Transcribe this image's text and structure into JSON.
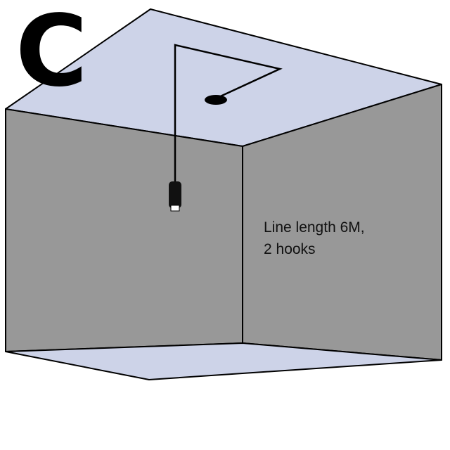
{
  "panel": {
    "letter": "C"
  },
  "caption": {
    "line1": "Line length 6M,",
    "line2": "2 hooks"
  },
  "colors": {
    "ceiling": "#cdd3e8",
    "floor": "#cdd3e8",
    "wall": "#989898",
    "edge": "#000000",
    "cord": "#000000",
    "fixture_body": "#111111",
    "fixture_tip": "#ffffff"
  }
}
